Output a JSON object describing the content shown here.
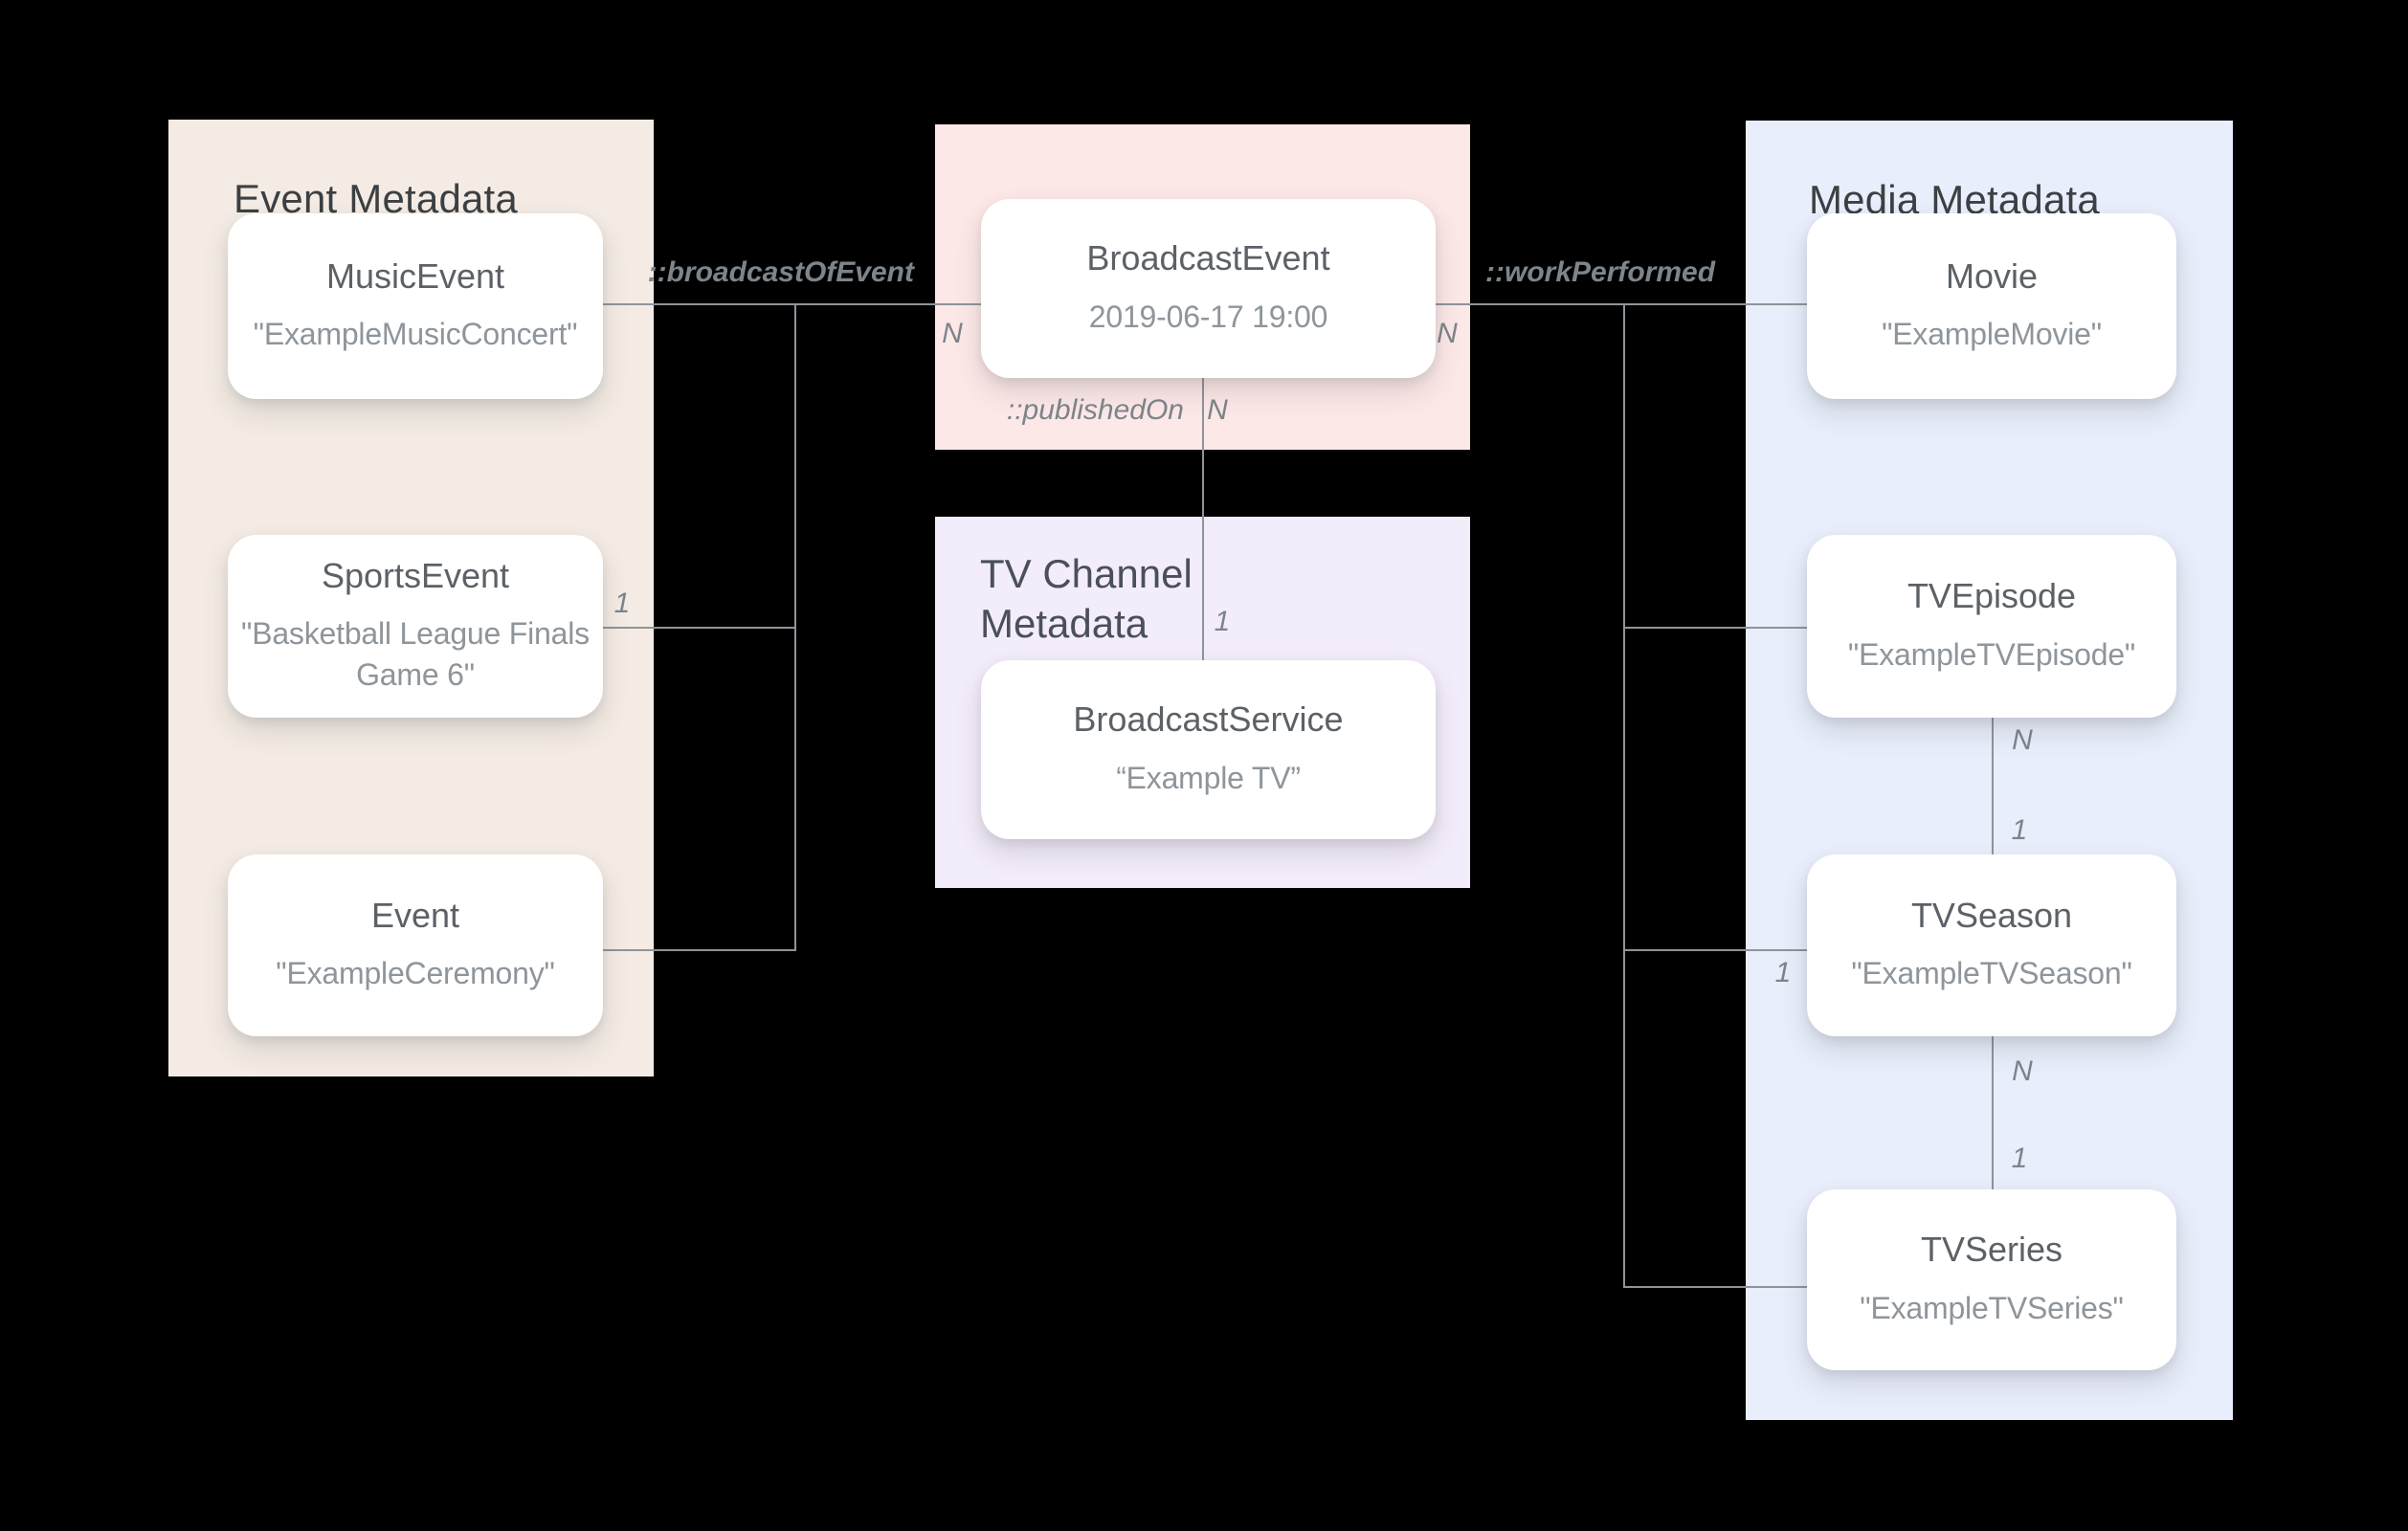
{
  "panels": {
    "event": {
      "title": "Event Metadata"
    },
    "tv_channel": {
      "title_line1": "TV Channel",
      "title_line2": "Metadata"
    },
    "media": {
      "title": "Media Metadata"
    }
  },
  "nodes": {
    "music_event": {
      "name": "MusicEvent",
      "value": "\"ExampleMusicConcert\""
    },
    "sports_event": {
      "name": "SportsEvent",
      "value": "\"Basketball League Finals Game 6\""
    },
    "event": {
      "name": "Event",
      "value": "\"ExampleCeremony\""
    },
    "broadcast_event": {
      "name": "BroadcastEvent",
      "value": "2019-06-17 19:00"
    },
    "broadcast_service": {
      "name": "BroadcastService",
      "value": "“Example TV”"
    },
    "movie": {
      "name": "Movie",
      "value": "\"ExampleMovie\""
    },
    "tv_episode": {
      "name": "TVEpisode",
      "value": "\"ExampleTVEpisode\""
    },
    "tv_season": {
      "name": "TVSeason",
      "value": "\"ExampleTVSeason\""
    },
    "tv_series": {
      "name": "TVSeries",
      "value": "\"ExampleTVSeries\""
    }
  },
  "relations": {
    "broadcast_of_event": "::broadcastOfEvent",
    "work_performed": "::workPerformed",
    "published_on": "::publishedOn"
  },
  "cardinality": {
    "n": "N",
    "one": "1"
  },
  "colors": {
    "background": "#000000",
    "event_panel": "#f4ece4",
    "broadcast_panel": "#fce8e7",
    "tv_channel_panel": "#f3ecfa",
    "media_panel": "#e9eefc",
    "node_background": "#ffffff",
    "connector_line": "#8f9499",
    "panel_title_text": "#3c4043",
    "node_name_text": "#5c6167",
    "node_value_text": "#8e959b",
    "edge_label_text": "#7d858b"
  }
}
